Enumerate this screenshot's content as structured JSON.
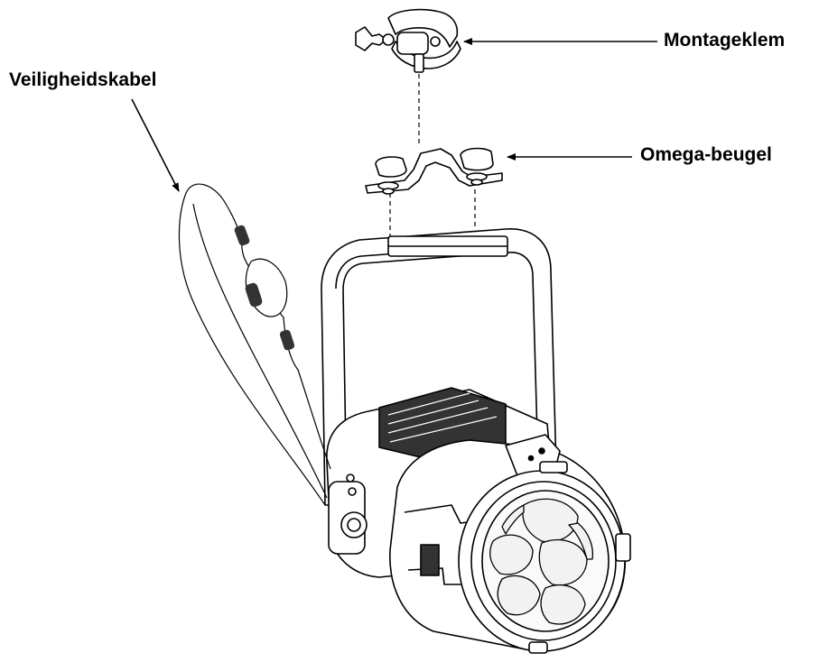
{
  "callouts": {
    "mounting_clamp": "Montageklem",
    "omega_bracket": "Omega-beugel",
    "safety_cable": "Veiligheidskabel"
  },
  "colors": {
    "line": "#000000",
    "background": "#ffffff",
    "fill_dark": "#333333",
    "fill_light": "#f2f2f2"
  }
}
